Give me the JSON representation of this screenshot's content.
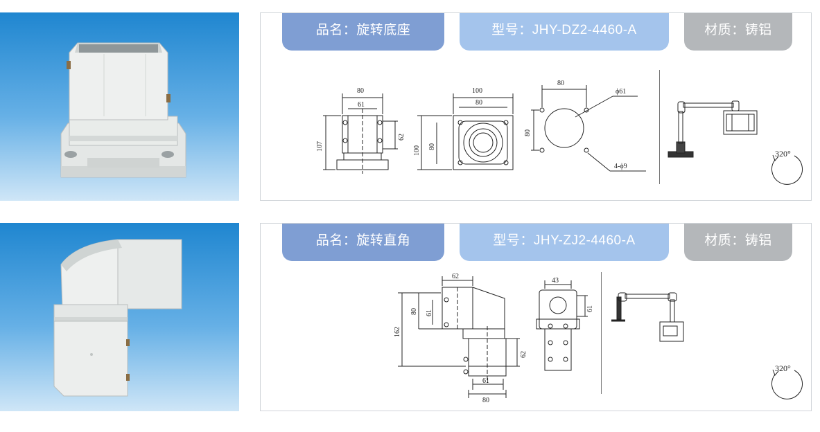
{
  "products": [
    {
      "name_tag": "品名：旋转底座",
      "model_tag": "型号：JHY-DZ2-4460-A",
      "material_tag": "材质：铸铝",
      "dims": {
        "front_width": "80",
        "front_inner": "61",
        "front_height": "107",
        "front_side": "62",
        "top_outer": "100",
        "top_inner": "80",
        "top_height_outer": "100",
        "top_height_inner": "80",
        "hole_spacing_x": "80",
        "hole_spacing_y": "80",
        "center_hole": "ϕ61",
        "bolt_holes": "4-ϕ9"
      },
      "rotation_label": "320°"
    },
    {
      "name_tag": "品名：旋转直角",
      "model_tag": "型号：JHY-ZJ2-4460-A",
      "material_tag": "材质：铸铝",
      "dims": {
        "top_width": "62",
        "total_height": "162",
        "upper_height": "80",
        "upper_inner": "61",
        "lower_side": "62",
        "bottom_inner": "61",
        "bottom_outer": "80",
        "side_top": "43",
        "side_right": "61"
      },
      "rotation_label": "320°"
    }
  ]
}
